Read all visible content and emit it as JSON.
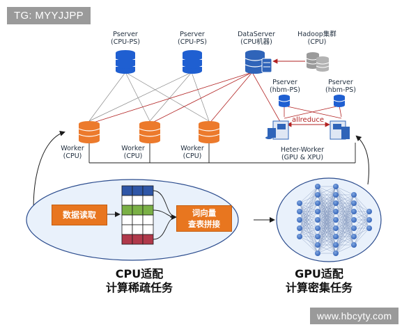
{
  "watermark_top": "TG: MYYJJPP",
  "watermark_bottom": "www.hbcyty.com",
  "servers": {
    "pserver1": {
      "name": "Pserver",
      "sub": "(CPU-PS)"
    },
    "pserver2": {
      "name": "Pserver",
      "sub": "(CPU-PS)"
    },
    "dataserver": {
      "name": "DataServer",
      "sub": "(CPU机器)"
    },
    "hadoop": {
      "name": "Hadoop集群",
      "sub": "(CPU)"
    },
    "hbm1": {
      "name": "Pserver",
      "sub": "(hbm-PS)"
    },
    "hbm2": {
      "name": "Pserver",
      "sub": "(hbm-PS)"
    }
  },
  "workers": [
    {
      "name": "Worker",
      "sub": "(CPU)"
    },
    {
      "name": "Worker",
      "sub": "(CPU)"
    },
    {
      "name": "Worker",
      "sub": "(CPU)"
    }
  ],
  "heter_worker": {
    "name": "Heter-Worker",
    "sub": "(GPU & XPU)"
  },
  "allreduce": "allreduce",
  "boxes": {
    "read_data": "数据读取",
    "lookup_line1": "词向量",
    "lookup_line2": "查表拼接"
  },
  "captions": {
    "cpu_line1": "CPU适配",
    "cpu_line2": "计算稀疏任务",
    "gpu_line1": "GPU适配",
    "gpu_line2": "计算密集任务"
  },
  "colors": {
    "blue": "#1f5fd1",
    "orange": "#ec7a2c",
    "gray": "#a0a0a0",
    "red_line": "#b22222"
  }
}
